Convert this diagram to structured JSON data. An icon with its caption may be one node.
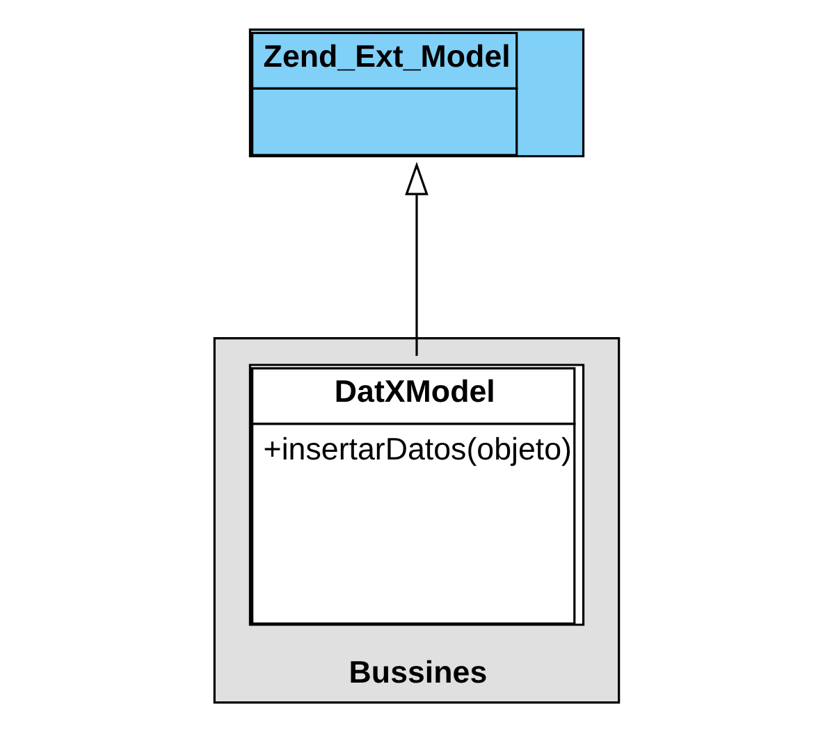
{
  "diagram": {
    "nodes": [
      {
        "text": [
          "Zend_Ext_Model"
        ]
      },
      {
        "text": [
          "Bussines"
        ]
      },
      {
        "text": [
          "DatXModel",
          "+insertarDatos(objeto)"
        ],
        "in": 1
      }
    ],
    "edges": [
      {
        "from": 2,
        "to": 0,
        "arrow": "to"
      }
    ]
  }
}
